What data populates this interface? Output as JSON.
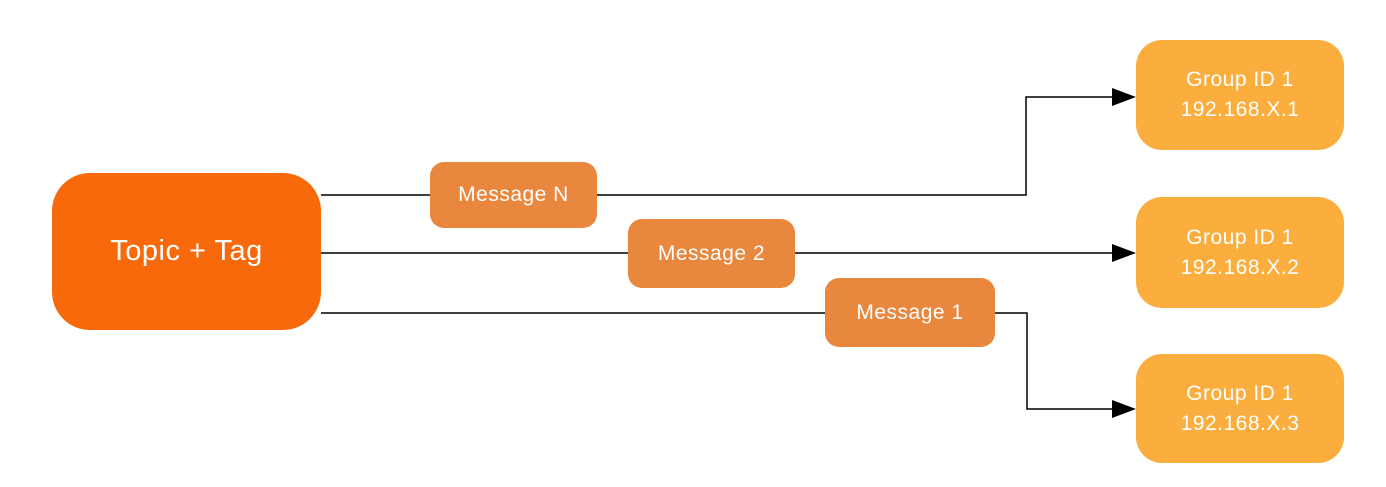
{
  "diagram": {
    "source_node": {
      "label": "Topic + Tag"
    },
    "message_nodes": [
      {
        "label": "Message N"
      },
      {
        "label": "Message 2"
      },
      {
        "label": "Message 1"
      }
    ],
    "group_nodes": [
      {
        "title": "Group ID 1",
        "address": "192.168.X.1"
      },
      {
        "title": "Group ID 1",
        "address": "192.168.X.2"
      },
      {
        "title": "Group ID 1",
        "address": "192.168.X.3"
      }
    ],
    "colors": {
      "source": "#F8690B",
      "message": "#E8873D",
      "group": "#FBAE3D",
      "line": "#000000",
      "text": "#FFFFFF"
    }
  }
}
